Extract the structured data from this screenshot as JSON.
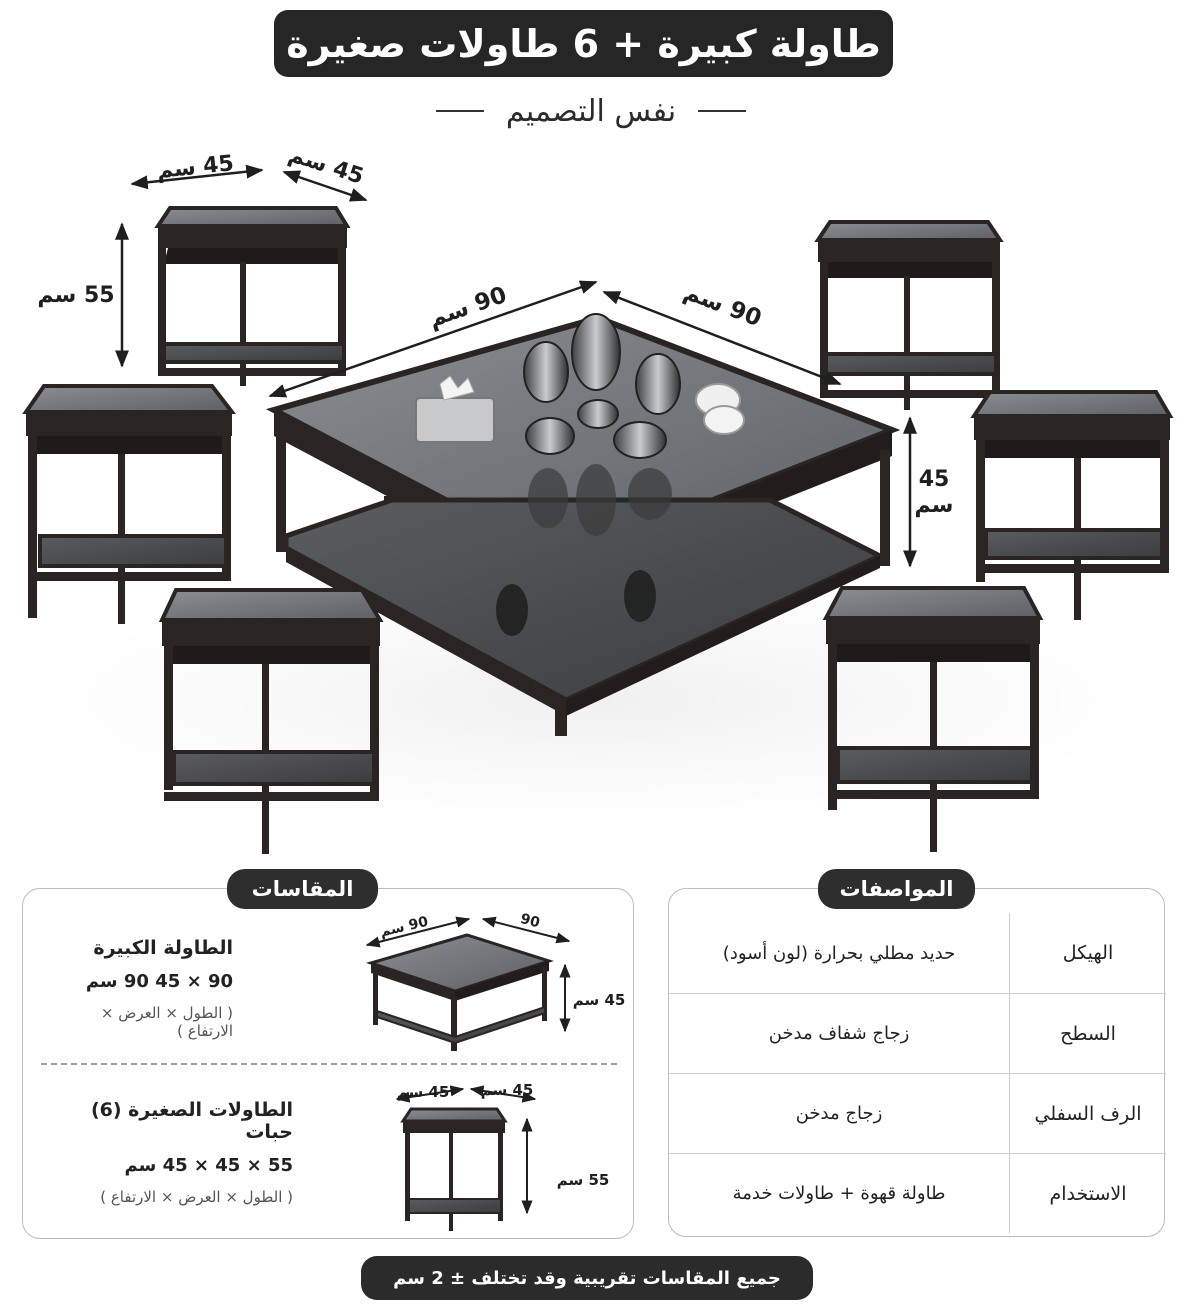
{
  "header": {
    "title": "طاولة كبيرة + 6 طاولات صغيرة",
    "subtitle": "نفس التصميم"
  },
  "scene_labels": {
    "small_width": "45 سم",
    "small_depth": "45 سم",
    "small_height": "55 سم",
    "large_width": "90 سم",
    "large_depth": "90 سم",
    "large_height_value": "45",
    "large_height_unit": "سم"
  },
  "dimensions_panel": {
    "title": "المقاسات",
    "large": {
      "name": "الطاولة الكبيرة",
      "value": "90 × 45 90 سم",
      "note": "( الطول × العرض × الارتفاع )",
      "diagram_width": "90 سم",
      "diagram_depth": "90",
      "diagram_height": "45 سم"
    },
    "small": {
      "name": "الطاولات الصغيرة (6) حبات",
      "value": "55 × 45 × 45 سم",
      "note": "( الطول × العرض × الارتفاع )",
      "diagram_width": "45 سم",
      "diagram_depth": "45 سم",
      "diagram_height": "55 سم"
    }
  },
  "specs_panel": {
    "title": "المواصفات",
    "rows": [
      {
        "key": "الهيكل",
        "value": "حديد مطلي بحرارة (لون أسود)"
      },
      {
        "key": "السطح",
        "value": "زجاج شفاف مدخن"
      },
      {
        "key": "الرف السفلي",
        "value": "زجاج مدخن"
      },
      {
        "key": "الاستخدام",
        "value": "طاولة قهوة + طاولات خدمة"
      }
    ]
  },
  "footer": {
    "note": "جميع المقاسات تقريبية وقد تختلف ± 2 سم"
  },
  "colors": {
    "dark_pill": "#262626",
    "frame": "#2a2422",
    "glass": "#6f7377"
  },
  "icons": [
    "coffee-table-illustration",
    "side-table-illustration",
    "teapot-set-illustration"
  ]
}
